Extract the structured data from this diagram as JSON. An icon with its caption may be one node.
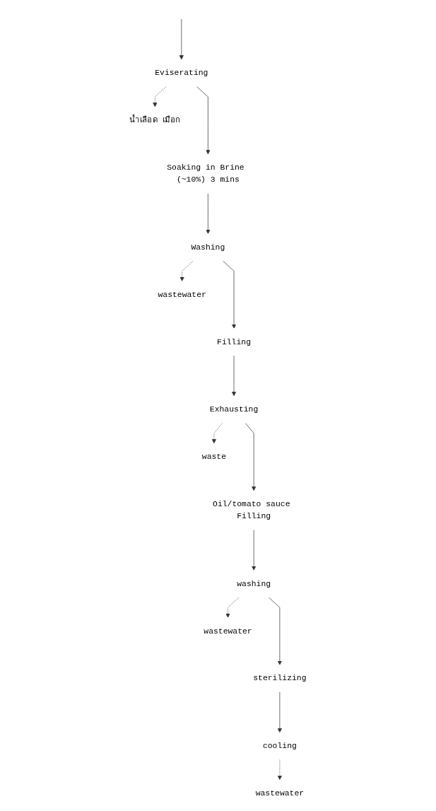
{
  "diagram": {
    "nodes": [
      {
        "text": [
          "Eviserating"
        ]
      },
      {
        "text": [
          "น้ำเลือด เมือก"
        ]
      },
      {
        "text": [
          "Soaking in Brine (~10%) 3 mins"
        ]
      },
      {
        "text": [
          "Washing"
        ]
      },
      {
        "text": [
          "wastewater"
        ]
      },
      {
        "text": [
          "Filling"
        ]
      },
      {
        "text": [
          "Exhausting"
        ]
      },
      {
        "text": [
          "waste"
        ]
      },
      {
        "text": [
          "Oil/tomato sauce Filling"
        ]
      },
      {
        "text": [
          "washing"
        ]
      },
      {
        "text": [
          "wastewater"
        ]
      },
      {
        "text": [
          "sterilizing"
        ]
      },
      {
        "text": [
          "cooling"
        ]
      },
      {
        "text": [
          "wastewater"
        ]
      }
    ],
    "edges": [
      {
        "from": null,
        "to": 0,
        "arrow": "to"
      },
      {
        "from": 0,
        "to": 1,
        "arrow": "to",
        "style": "dashed"
      },
      {
        "from": 0,
        "to": 2,
        "arrow": "to"
      },
      {
        "from": 2,
        "to": 3,
        "arrow": "to"
      },
      {
        "from": 3,
        "to": 4,
        "arrow": "to",
        "style": "dashed"
      },
      {
        "from": 3,
        "to": 5,
        "arrow": "to"
      },
      {
        "from": 5,
        "to": 6,
        "arrow": "to"
      },
      {
        "from": 6,
        "to": 7,
        "arrow": "to",
        "style": "dashed"
      },
      {
        "from": 6,
        "to": 8,
        "arrow": "to"
      },
      {
        "from": 8,
        "to": 9,
        "arrow": "to"
      },
      {
        "from": 9,
        "to": 10,
        "arrow": "to",
        "style": "dashed"
      },
      {
        "from": 9,
        "to": 11,
        "arrow": "to"
      },
      {
        "from": 11,
        "to": 12,
        "arrow": "to"
      },
      {
        "from": 12,
        "to": 13,
        "arrow": "to",
        "style": "dashed"
      }
    ]
  }
}
